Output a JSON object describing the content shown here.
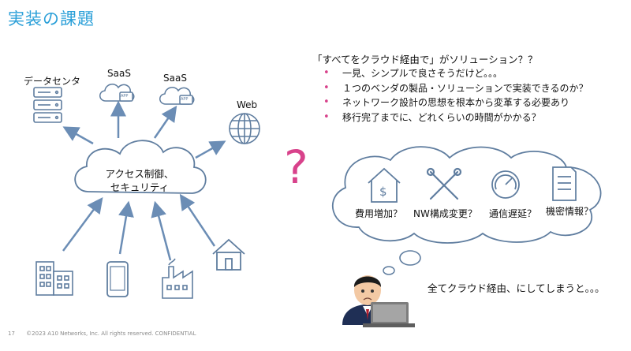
{
  "slide": {
    "title": "実装の課題",
    "footer_page": "17",
    "footer_text": "©2023 A10 Networks, Inc. All rights reserved. CONFIDENTIAL"
  },
  "diagram": {
    "datacenter_label": "データセンタ",
    "saas1_label": "SaaS",
    "saas2_label": "SaaS",
    "web_label": "Web",
    "app_badge": "APP",
    "cloud_line1": "アクセス制御、",
    "cloud_line2": "セキュリティ",
    "question_mark": "?",
    "accent_color": "#6b8db5",
    "question_color": "#d8428b"
  },
  "discussion": {
    "heading": "「すべてをクラウド経由で」がソリューション？？",
    "bullets": [
      "一見、シンプルで良さそうだけど。。。",
      "１つのベンダの製品・ソリューションで実装できるのか？",
      "ネットワーク設計の思想を根本から変革する必要あり",
      "移行完了までに、どれくらいの時間がかかる？"
    ]
  },
  "thought_bubble": {
    "concerns": [
      "費用増加？",
      "NW構成変更？",
      "通信遅延？",
      "機密情報？"
    ],
    "cost_symbol": "$"
  },
  "person": {
    "quote": "全てクラウド経由、にしてしまうと。。。"
  }
}
